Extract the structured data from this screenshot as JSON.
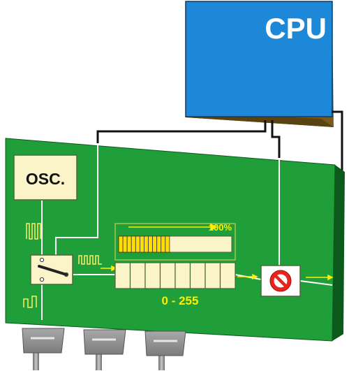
{
  "cpu": {
    "label": "CPU"
  },
  "oscillator": {
    "label": "OSC."
  },
  "counter": {
    "range_label": "0 - 255",
    "register_cells": 8
  },
  "level_meter": {
    "max_label": "100%",
    "fill_fraction": 0.45,
    "segments": 12
  },
  "colors": {
    "board": "#1f9e3a",
    "board_edge": "#0b5a1c",
    "cpu_face": "#1e88d8",
    "cpu_side": "#7a5a1e",
    "module_face": "#fbf4c8",
    "label_yellow": "#ffeb00",
    "meter_fill": "#ffdd00",
    "stop_red": "#e8241c",
    "connector_grey": "#8f8f8f"
  }
}
